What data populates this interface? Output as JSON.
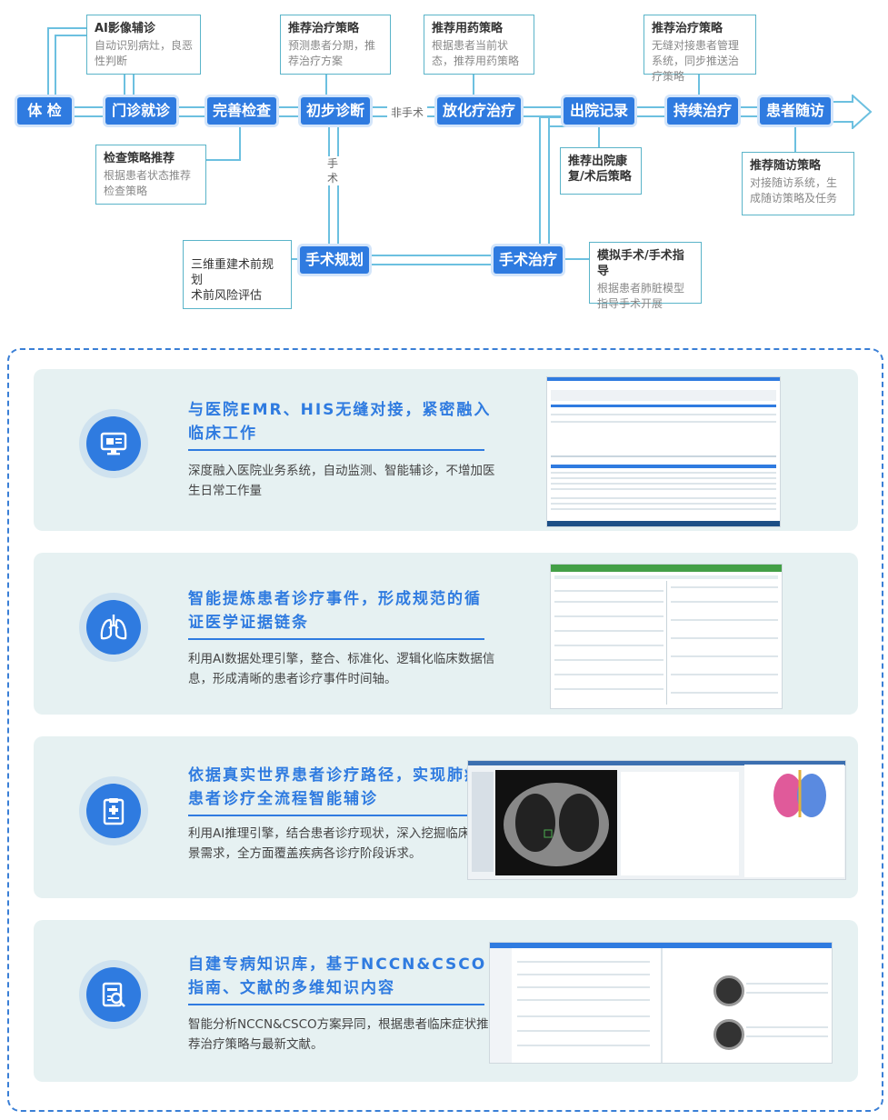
{
  "flow": {
    "main_nodes": [
      "体 检",
      "门诊就诊",
      "完善检查",
      "初步诊断",
      "放化疗治疗",
      "出院记录",
      "持续治疗",
      "患者随访"
    ],
    "sub_nodes": [
      "手术规划",
      "手术治疗"
    ],
    "labels": {
      "non_surgery": "非手术",
      "surgery": "手术"
    },
    "notes": [
      {
        "title": "AI影像辅诊",
        "body": "自动识别病灶，良恶性判断"
      },
      {
        "title": "推荐治疗策略",
        "body": "预测患者分期，推荐治疗方案"
      },
      {
        "title": "推荐用药策略",
        "body": "根据患者当前状态，推荐用药策略"
      },
      {
        "title": "推荐治疗策略",
        "body": "无缝对接患者管理系统，同步推送治疗策略"
      },
      {
        "title": "检查策略推荐",
        "body": "根据患者状态推荐检查策略"
      },
      {
        "title": "推荐出院康复/术后策略",
        "body": ""
      },
      {
        "title": "推荐随访策略",
        "body": "对接随访系统，生成随访策略及任务"
      },
      {
        "title": "三维重建术前规划",
        "body": "术前风险评估"
      },
      {
        "title": "模拟手术/手术指导",
        "body": "根据患者肺脏模型指导手术开展"
      }
    ]
  },
  "cards": [
    {
      "title": "与医院EMR、HIS无缝对接，紧密融入临床工作",
      "desc": "深度融入医院业务系统，自动监测、智能辅诊，不增加医生日常工作量",
      "icon": "monitor-icon"
    },
    {
      "title": "智能提炼患者诊疗事件，形成规范的循证医学证据链条",
      "desc": "利用AI数据处理引擎，整合、标准化、逻辑化临床数据信息，形成清晰的患者诊疗事件时间轴。",
      "icon": "lungs-icon"
    },
    {
      "title": "依据真实世界患者诊疗路径，实现肺癌患者诊疗全流程智能辅诊",
      "desc": "利用AI推理引擎，结合患者诊疗现状，深入挖掘临床各场景需求，全方面覆盖疾病各诊疗阶段诉求。",
      "icon": "clipboard-icon"
    },
    {
      "title": "自建专病知识库，基于NCCN&CSCO指南、文献的多维知识内容",
      "desc": "智能分析NCCN&CSCO方案异同，根据患者临床症状推荐治疗策略与最新文献。",
      "icon": "search-book-icon"
    }
  ],
  "colors": {
    "primary": "#2f7be0",
    "line": "#6cc0e0",
    "card_bg": "#e6f1f2",
    "note_border": "#5ab4c9"
  }
}
